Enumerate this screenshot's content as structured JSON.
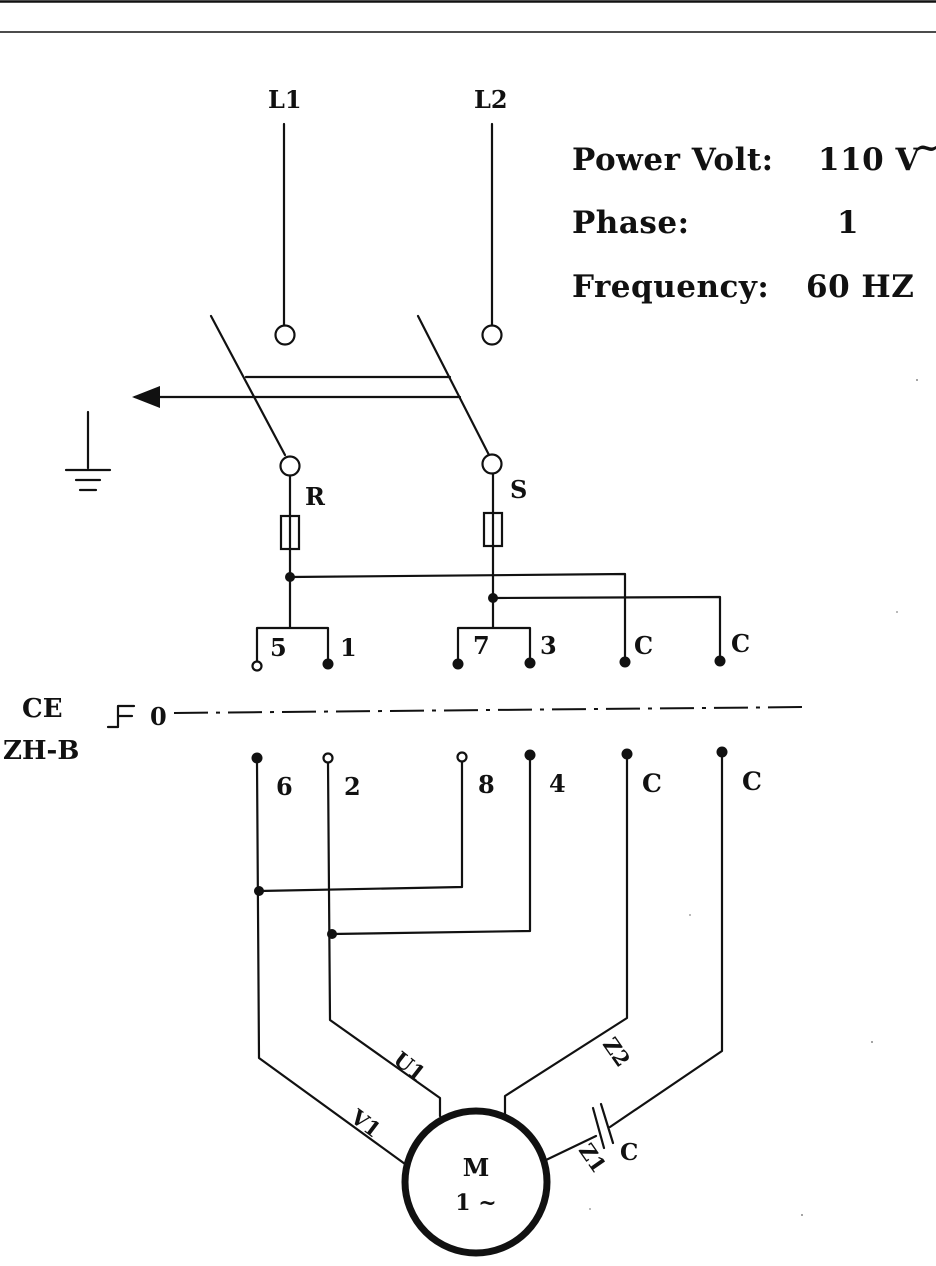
{
  "specs": {
    "voltage_label": "Power Volt:",
    "voltage_value": "110 V",
    "voltage_suffix": "~",
    "phase_label": "Phase:",
    "phase_value": "1",
    "frequency_label": "Frequency:",
    "frequency_value": "60 HZ"
  },
  "lines": {
    "l1": "L1",
    "l2": "L2"
  },
  "phases": {
    "r": "R",
    "s": "S"
  },
  "switch": {
    "name_line1": "CE",
    "name_line2": "ZH-B",
    "position": "0",
    "top_terminals": [
      "5",
      "1",
      "7",
      "3",
      "C",
      "C"
    ],
    "bottom_terminals": [
      "6",
      "2",
      "8",
      "4",
      "C",
      "C"
    ]
  },
  "motor": {
    "symbol": "M",
    "type": "1 ~",
    "leads": {
      "u1": "U1",
      "v1": "V1",
      "z1": "Z1",
      "z2": "Z2"
    },
    "capacitor": "C"
  },
  "colors": {
    "ink": "#111111",
    "paper": "#ffffff"
  }
}
